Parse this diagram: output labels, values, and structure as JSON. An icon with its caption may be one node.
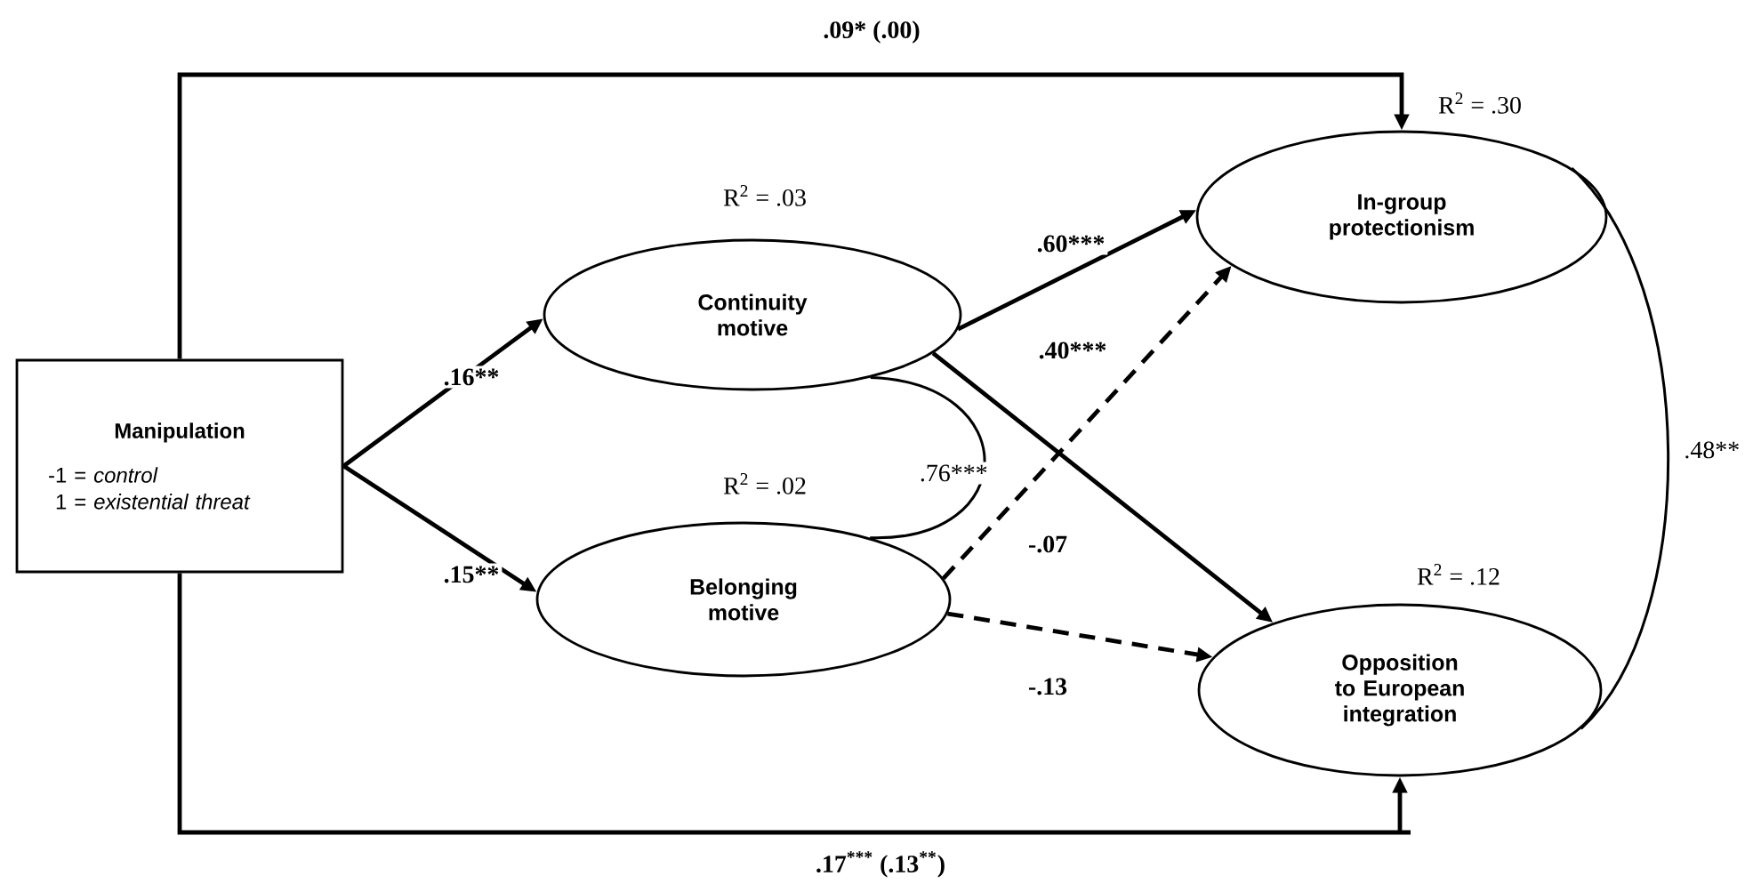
{
  "diagram": {
    "nodes": [
      {
        "text": [
          "Manipulation",
          "-1 = *control*",
          "1 = *existential threat*"
        ]
      },
      {
        "text": [
          "Continuity motive"
        ],
        "beside": [
          "R$^{2}$ = .03"
        ]
      },
      {
        "text": [
          "Belonging motive"
        ],
        "beside": [
          "R$^{2}$ = .02"
        ]
      },
      {
        "text": [
          "In-group protectionism"
        ],
        "beside": [
          "R$^{2}$ = .30"
        ]
      },
      {
        "text": [
          "Opposition to European integration"
        ],
        "beside": [
          "R$^{2}$ = .12"
        ]
      }
    ],
    "edges": [
      {
        "from": 0,
        "to": 3,
        "arrow": "to",
        "label": ".09* (.00)"
      },
      {
        "from": 0,
        "to": 1,
        "arrow": "to",
        "label": ".16**"
      },
      {
        "from": 0,
        "to": 2,
        "arrow": "to",
        "label": ".15**"
      },
      {
        "from": 1,
        "to": 3,
        "arrow": "to",
        "label": ".60***"
      },
      {
        "from": 1,
        "to": 4,
        "arrow": "to",
        "label": ".40***"
      },
      {
        "from": 2,
        "to": 3,
        "arrow": "to",
        "label": "-.07",
        "style": "dashed"
      },
      {
        "from": 2,
        "to": 4,
        "arrow": "to",
        "label": "-.13",
        "style": "dashed"
      },
      {
        "from": 0,
        "to": 4,
        "arrow": "to",
        "label": ".17$^{***}$ (.13$^{**}$)"
      },
      {
        "from": 1,
        "to": 2,
        "arrow": "none",
        "label": ".76***"
      },
      {
        "from": 3,
        "to": 4,
        "arrow": "none",
        "label": ".48**"
      }
    ]
  }
}
